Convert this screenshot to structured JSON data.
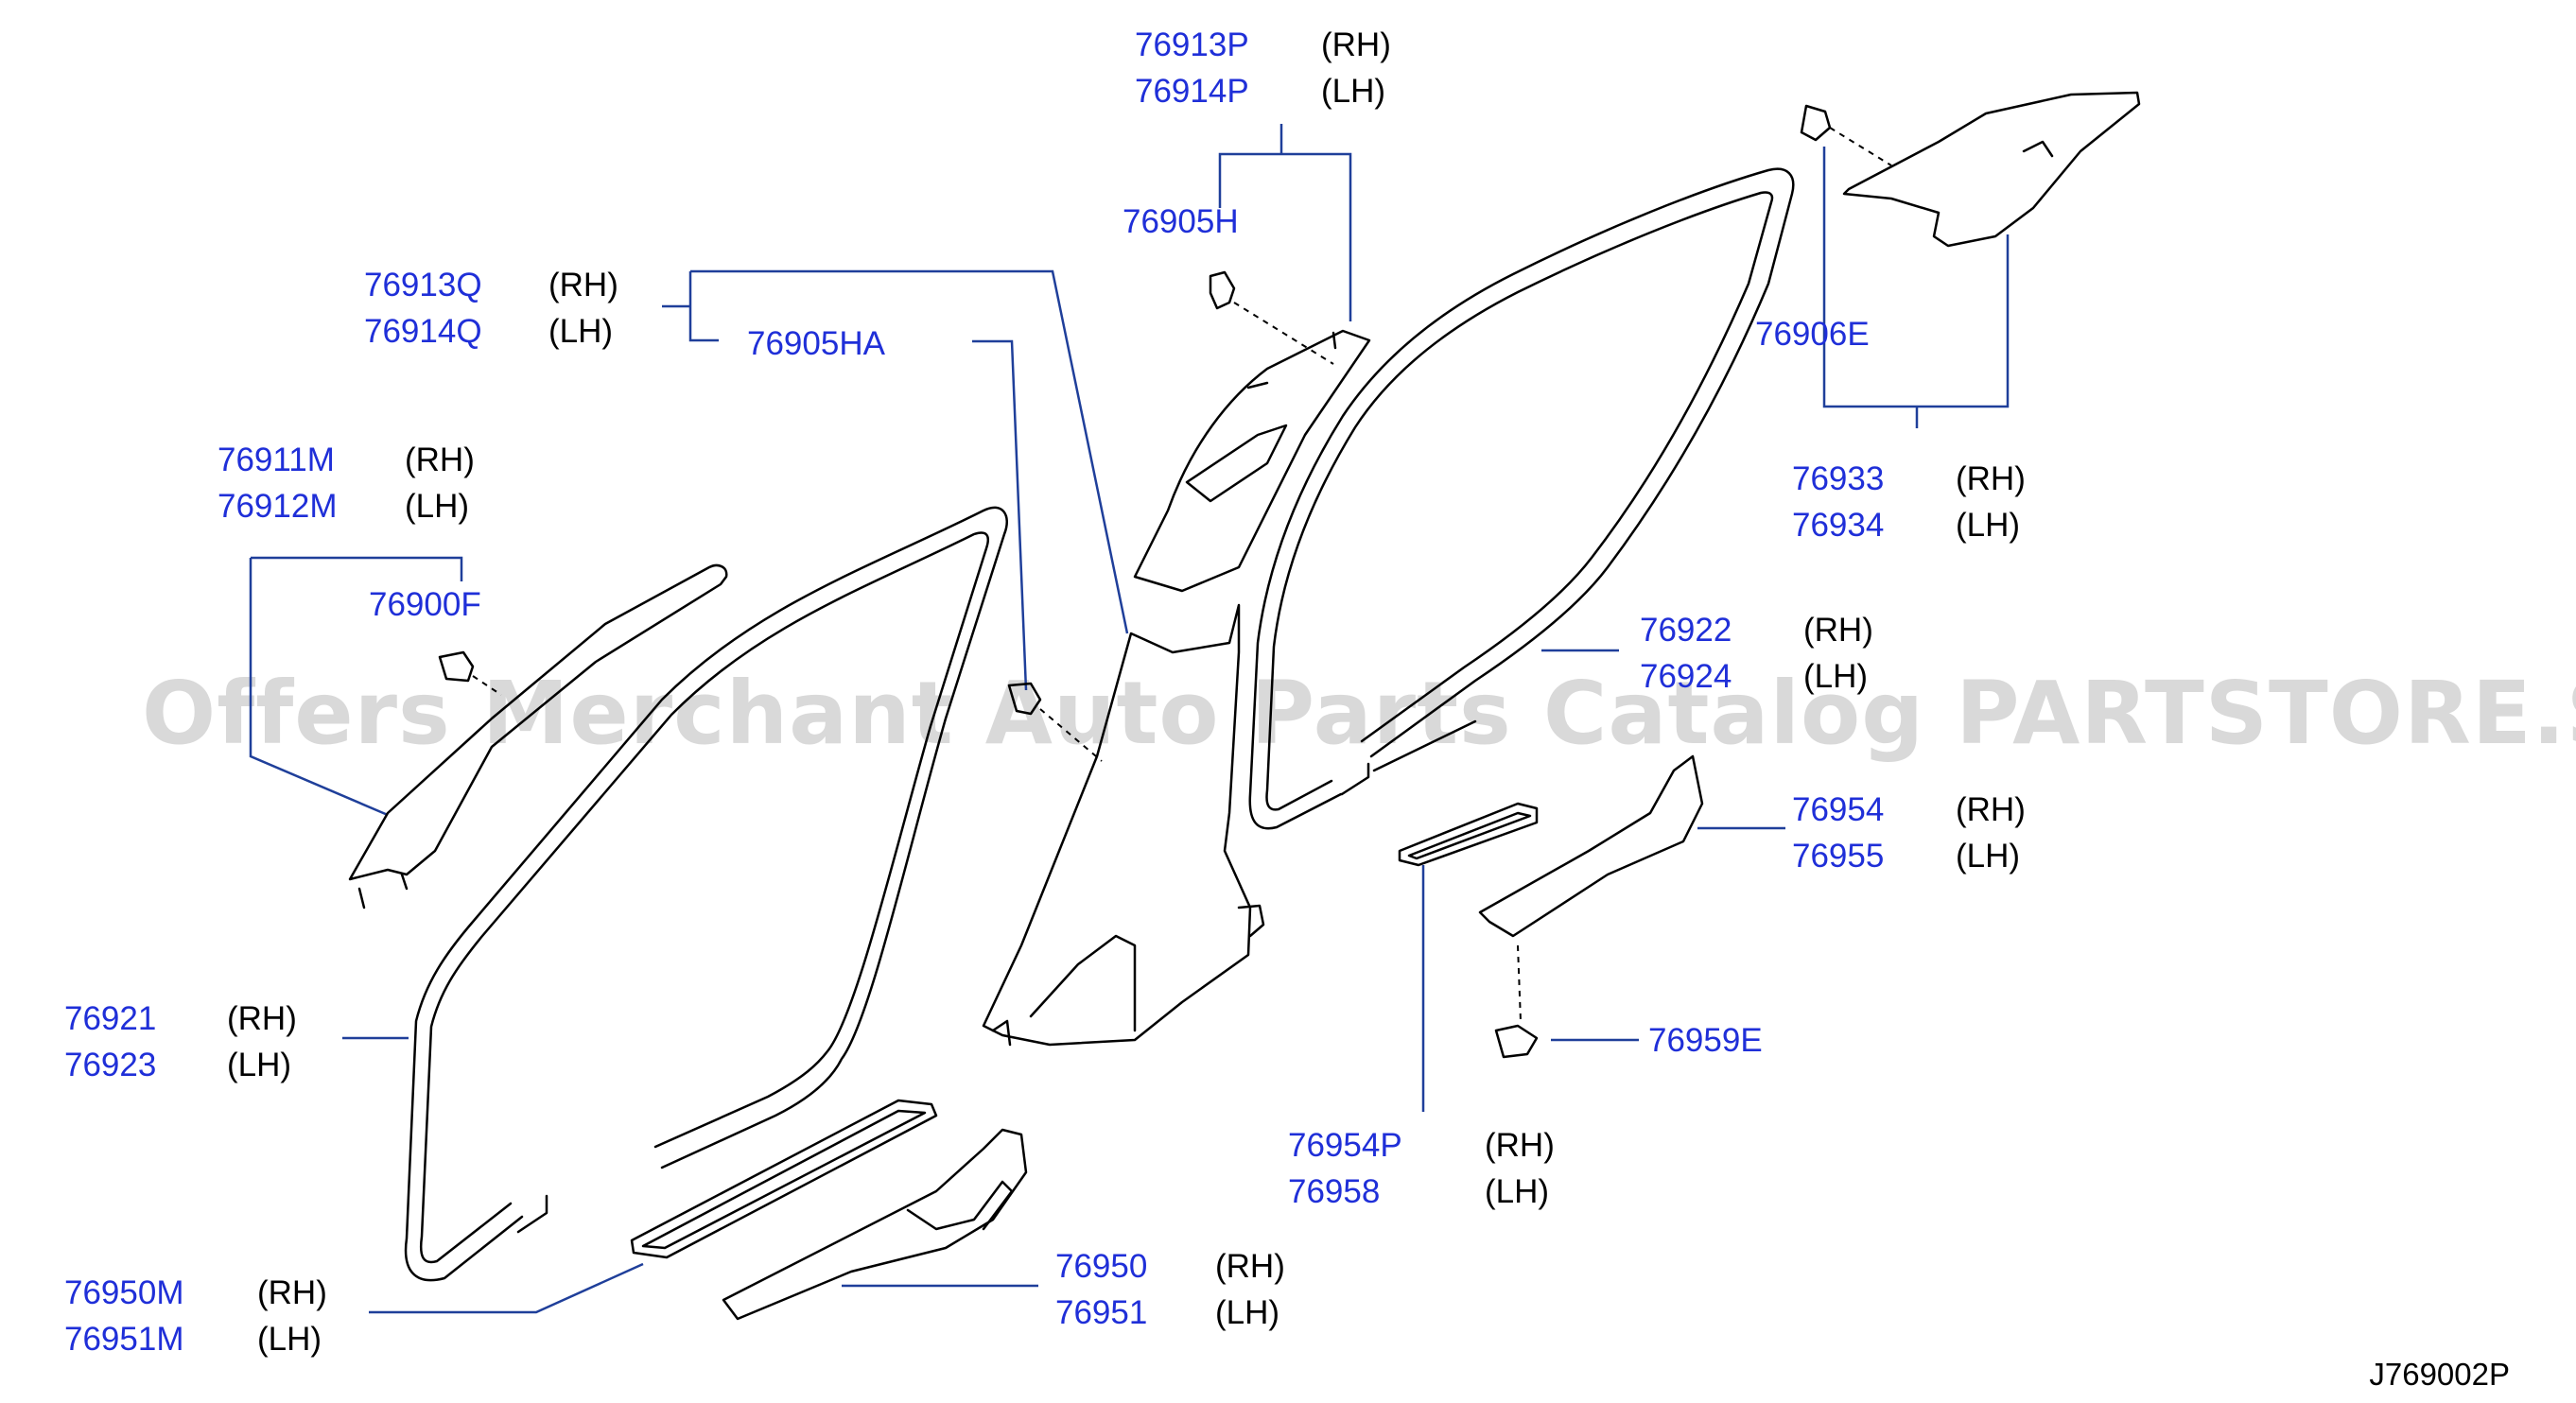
{
  "watermark": "Offers Merchant Auto Parts Catalog PARTSTORE.SA",
  "diagram_code": "J769002P",
  "colors": {
    "part_number": "#1f2fd8",
    "leader_line": "#1f3f9a",
    "side_text": "#000000",
    "outline": "#000000",
    "watermark": "#d9d9d9"
  },
  "labels": {
    "l76913P": "76913P",
    "l76914P": "76914P",
    "l76905H": "76905H",
    "l76913Q": "76913Q",
    "l76914Q": "76914Q",
    "l76905HA": "76905HA",
    "l76911M": "76911M",
    "l76912M": "76912M",
    "l76900F": "76900F",
    "l76906E": "76906E",
    "l76933": "76933",
    "l76934": "76934",
    "l76922": "76922",
    "l76924": "76924",
    "l76954": "76954",
    "l76955": "76955",
    "l76959E": "76959E",
    "l76954P": "76954P",
    "l76958": "76958",
    "l76921": "76921",
    "l76923": "76923",
    "l76950M": "76950M",
    "l76951M": "76951M",
    "l76950": "76950",
    "l76951": "76951"
  },
  "sides": {
    "rh": "(RH)",
    "lh": "(LH)"
  }
}
